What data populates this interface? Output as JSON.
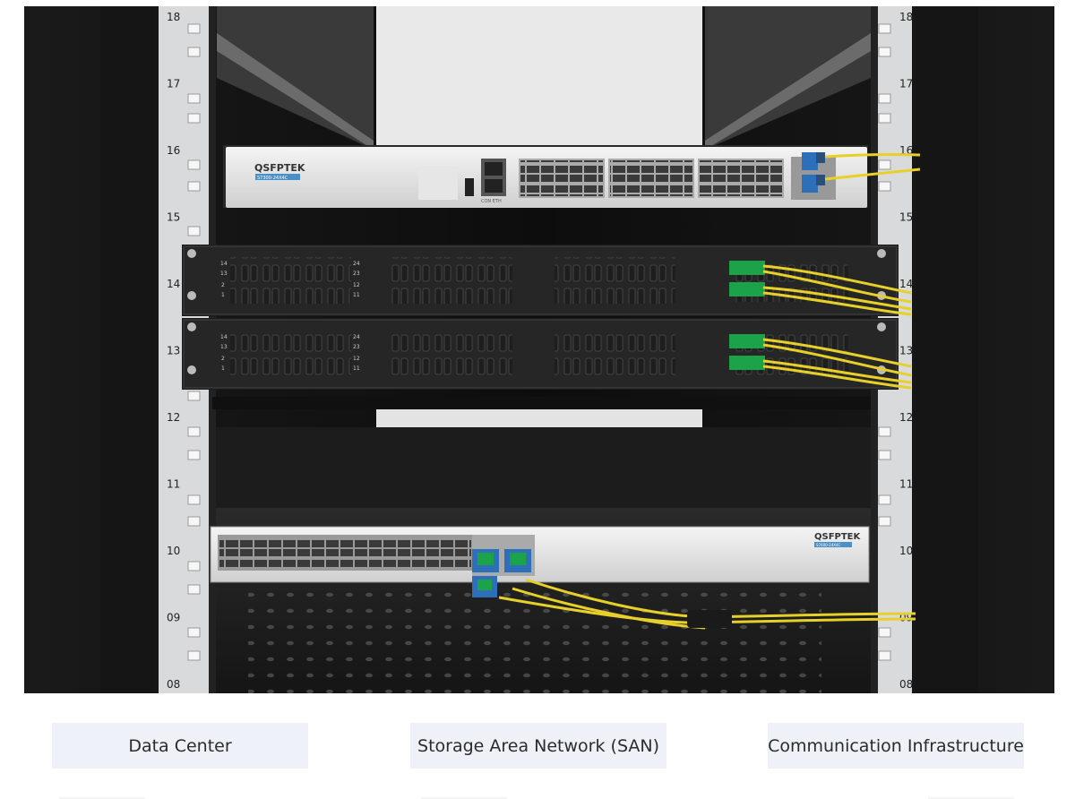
{
  "photo": {
    "rack_units_left": [
      "18",
      "17",
      "16",
      "15",
      "14",
      "13",
      "12",
      "11",
      "10",
      "09",
      "08"
    ],
    "rack_units_right": [
      "18",
      "17",
      "16",
      "15",
      "14",
      "13",
      "12",
      "11",
      "10",
      "09",
      "08"
    ],
    "top_switch_brand": "QSFPTEK",
    "top_switch_model": "S7300-24X4C",
    "top_switch_port_label": "CON ETH",
    "bottom_switch_brand": "QSFPTEK",
    "bottom_switch_model": "S7600-24X4C",
    "patch_panel_labels": [
      "14",
      "13",
      "2",
      "1",
      "24",
      "23",
      "12",
      "11"
    ]
  },
  "tags": [
    {
      "label": "Data Center"
    },
    {
      "label": "Storage Area Network (SAN)"
    },
    {
      "label": "Communication Infrastructure"
    }
  ]
}
